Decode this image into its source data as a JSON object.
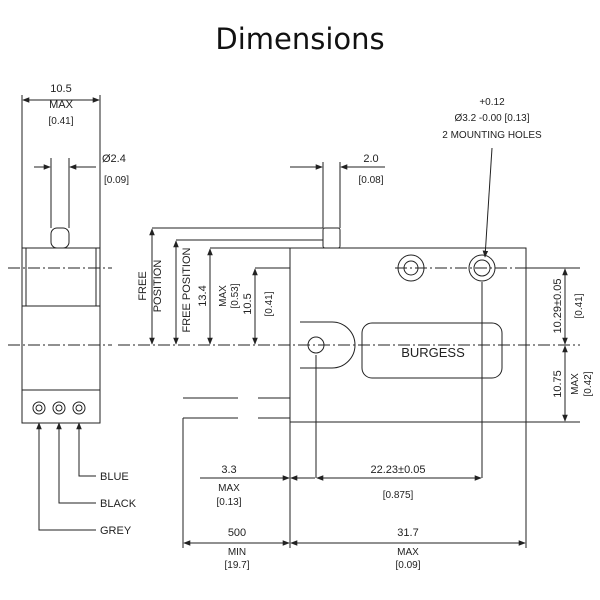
{
  "title": "Dimensions",
  "side_view": {
    "width_value": "10.5",
    "width_max": "MAX",
    "width_inch": "[0.41]",
    "diameter_value": "Ø2.4",
    "diameter_inch": "[0.09]",
    "wire_blue": "BLUE",
    "wire_black": "BLACK",
    "wire_grey": "GREY"
  },
  "front_view": {
    "hole_tol_plus": "+0.12",
    "hole_spec": "Ø3.2 -0.00 [0.13]",
    "hole_label": "2 MOUNTING HOLES",
    "actuator_width": "2.0",
    "actuator_width_inch": "[0.08]",
    "free_position_1": "FREE",
    "free_position_2": "POSITION",
    "free_position_vertical": "FREE POSITION",
    "height_value": "13.4",
    "height_max": "MAX",
    "height_inch": "[0.53]",
    "pos_value": "10.5",
    "pos_inch": "[0.41]",
    "brand": "BURGESS",
    "right_upper_value": "10.29±0.05",
    "right_upper_inch": "[0.41]",
    "right_lower_value": "10.75",
    "right_lower_max": "MAX",
    "right_lower_inch": "[0.42]",
    "offset_value": "3.3",
    "offset_max": "MAX",
    "offset_inch": "[0.13]",
    "hole_spacing": "22.23±0.05",
    "hole_spacing_inch": "[0.875]",
    "lead_value": "500",
    "lead_min": "MIN",
    "lead_inch": "[19.7]",
    "length_value": "31.7",
    "length_max": "MAX",
    "length_inch": "[0.09]"
  }
}
